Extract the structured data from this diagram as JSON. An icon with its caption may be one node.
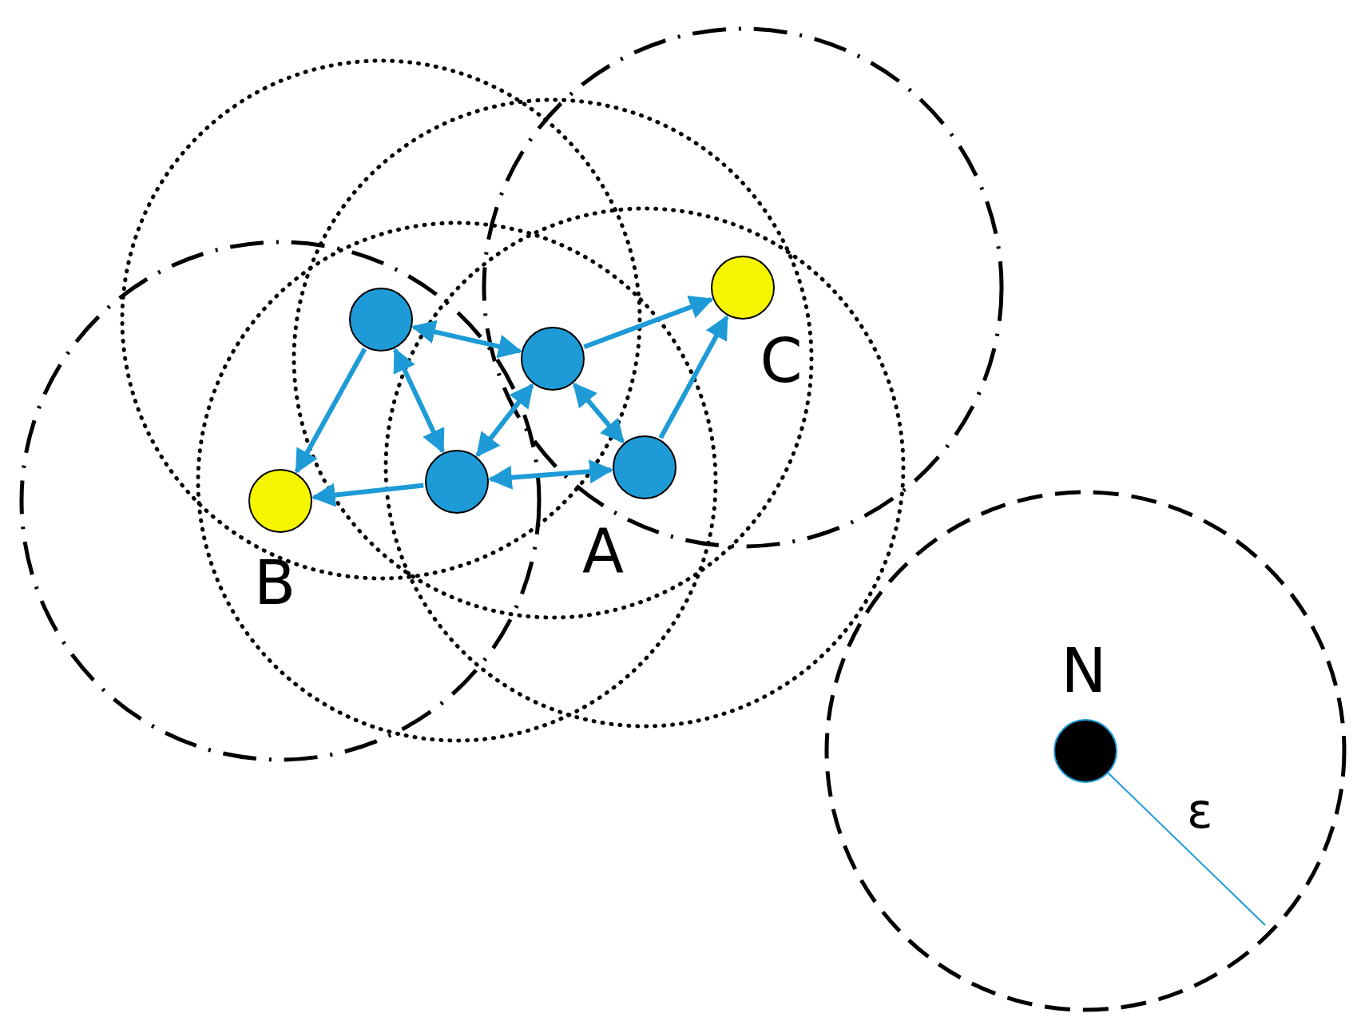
{
  "diagram": {
    "nodes": [
      {
        "text": [],
        "shape": "circle"
      },
      {
        "text": [],
        "shape": "circle"
      },
      {
        "text": [],
        "shape": "circle",
        "beside": [
          "C"
        ]
      },
      {
        "text": [],
        "shape": "circle"
      },
      {
        "text": [],
        "shape": "circle",
        "beside": [
          "A"
        ]
      },
      {
        "text": [],
        "shape": "circle",
        "beside": [
          "B"
        ]
      },
      {
        "text": [],
        "shape": "circle",
        "beside": [
          "N"
        ]
      }
    ],
    "edges": [
      {
        "from": 0,
        "to": 1,
        "arrow": "both"
      },
      {
        "from": 1,
        "to": 2,
        "arrow": "to"
      },
      {
        "from": 0,
        "to": 5,
        "arrow": "to"
      },
      {
        "from": 0,
        "to": 3,
        "arrow": "both"
      },
      {
        "from": 1,
        "to": 3,
        "arrow": "both"
      },
      {
        "from": 1,
        "to": 4,
        "arrow": "both"
      },
      {
        "from": 3,
        "to": 5,
        "arrow": "to"
      },
      {
        "from": 3,
        "to": 4,
        "arrow": "both"
      },
      {
        "from": 4,
        "to": 2,
        "arrow": "to"
      }
    ],
    "labels": [
      "ε"
    ]
  }
}
